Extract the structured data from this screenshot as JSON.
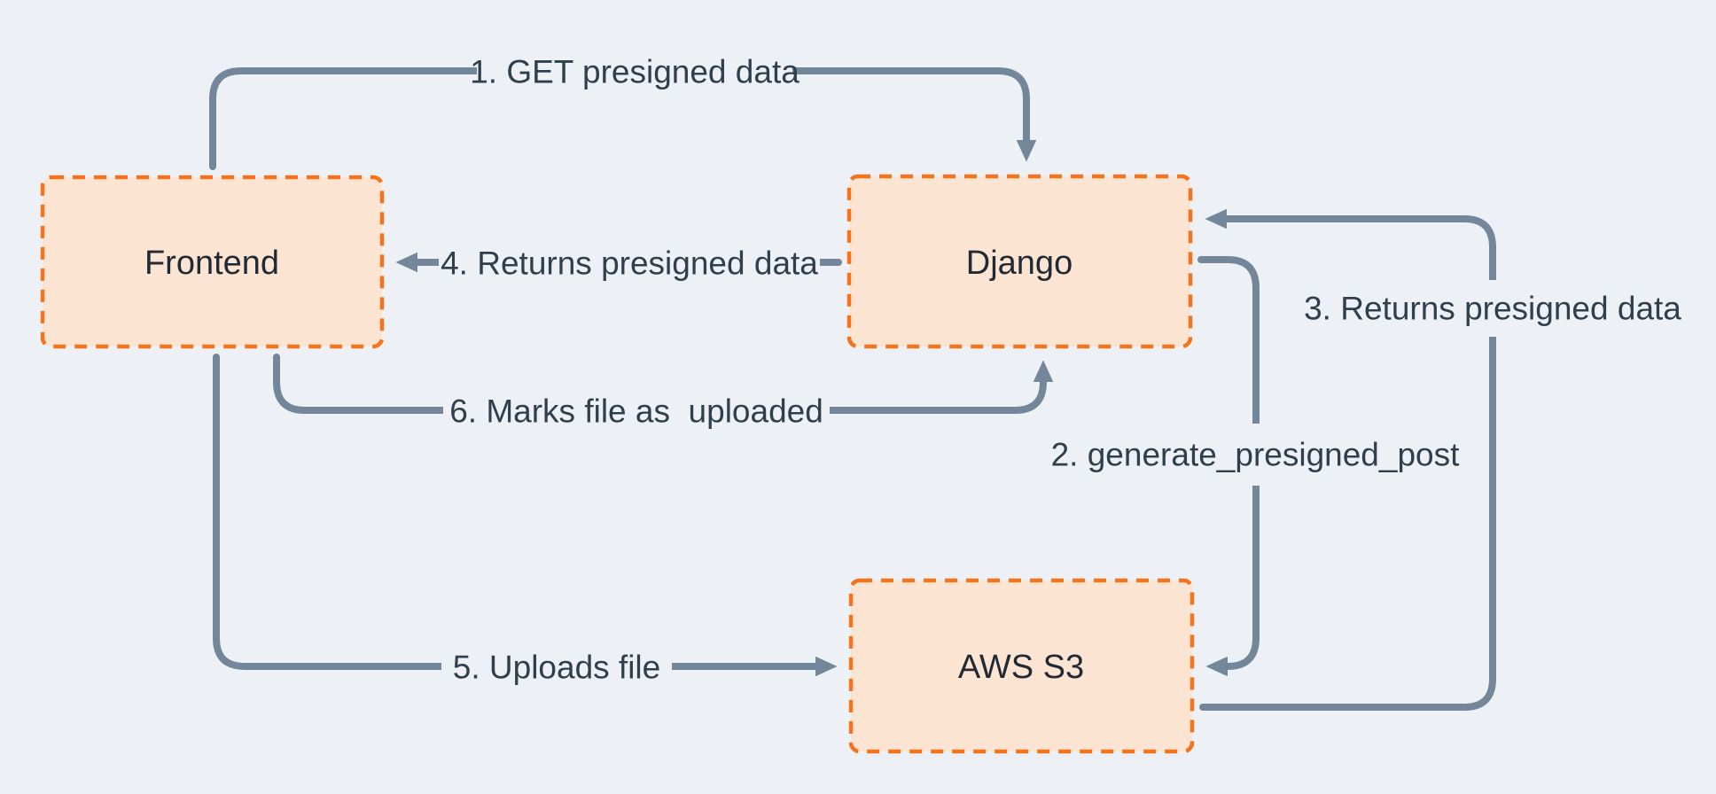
{
  "diagram": {
    "boxes": {
      "frontend": {
        "label": "Frontend"
      },
      "django": {
        "label": "Django"
      },
      "aws_s3": {
        "label": "AWS S3"
      }
    },
    "steps": {
      "step1": {
        "label": "1. GET presigned data"
      },
      "step2": {
        "label": "2. generate_presigned_post"
      },
      "step3": {
        "label": "3. Returns presigned data"
      },
      "step4": {
        "label": "4. Returns presigned data"
      },
      "step5": {
        "label": "5. Uploads file"
      },
      "step6": {
        "label": "6. Marks file as  uploaded"
      }
    },
    "colors": {
      "background": "#edf1f5",
      "box_fill": "#fce4d2",
      "box_border": "#f6731d",
      "arrow": "#74879a",
      "box_text": "#1f2a35",
      "label_text": "#2f3f4b"
    }
  }
}
